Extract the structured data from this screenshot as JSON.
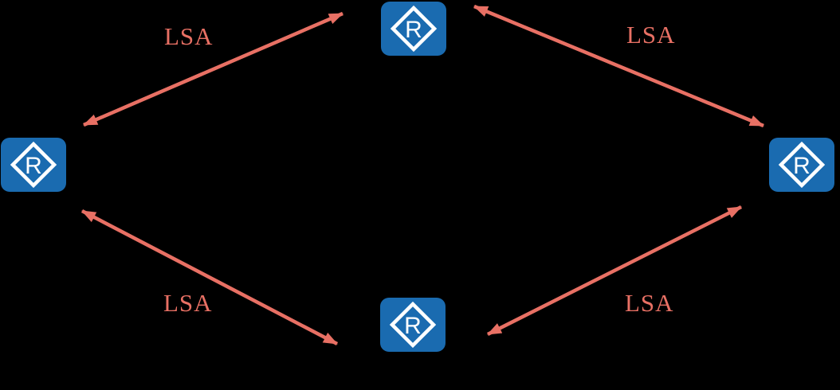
{
  "diagram": {
    "type": "network-topology",
    "nodes": {
      "top": {
        "label": "R"
      },
      "left": {
        "label": "R"
      },
      "right": {
        "label": "R"
      },
      "bottom": {
        "label": "R"
      }
    },
    "edges": [
      {
        "from": "left",
        "to": "top",
        "label": "LSA",
        "bidirectional": true
      },
      {
        "from": "top",
        "to": "right",
        "label": "LSA",
        "bidirectional": true
      },
      {
        "from": "left",
        "to": "bottom",
        "label": "LSA",
        "bidirectional": true
      },
      {
        "from": "bottom",
        "to": "right",
        "label": "LSA",
        "bidirectional": true
      }
    ],
    "colors": {
      "router_fill": "#1a6bb0",
      "router_glyph": "#ffffff",
      "arrow": "#e87064",
      "label_text": "#e87064",
      "background": "#000000"
    }
  }
}
